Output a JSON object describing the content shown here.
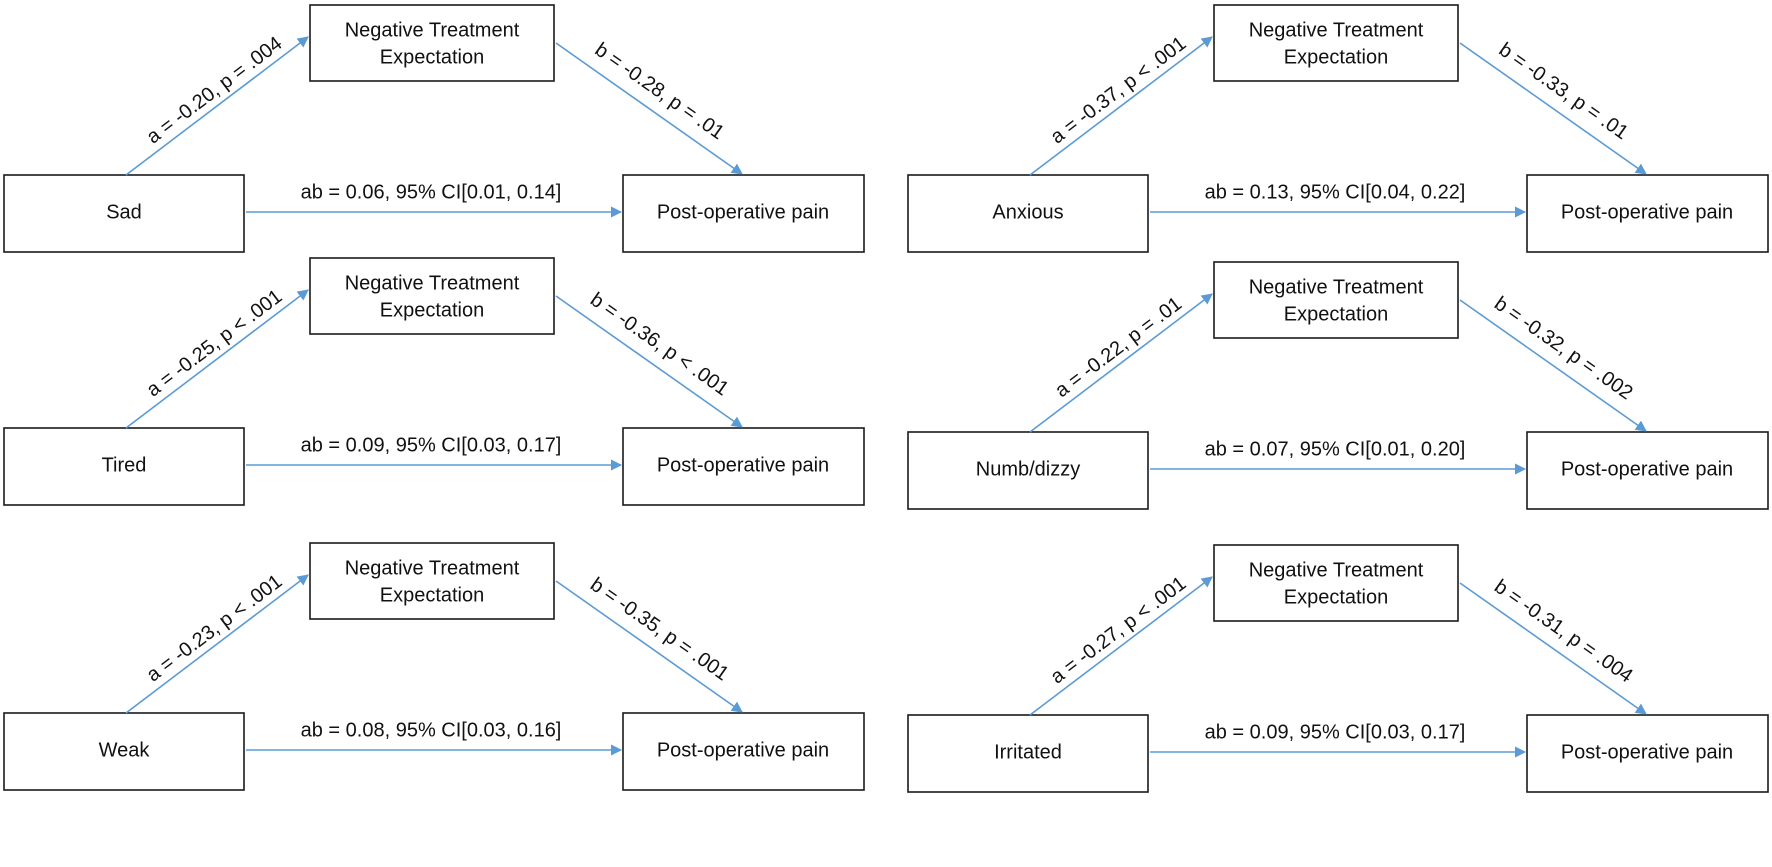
{
  "arrow_color": "#5b9bd5",
  "diagrams": [
    {
      "predictor": "Sad",
      "mediator_line1": "Negative Treatment",
      "mediator_line2": "Expectation",
      "outcome": "Post-operative pain",
      "path_a": "a = -0.20, p = .004",
      "path_b": "b = -0.28, p = .01",
      "path_ab": "ab = 0.06, 95% CI[0.01, 0.14]"
    },
    {
      "predictor": "Anxious",
      "mediator_line1": "Negative Treatment",
      "mediator_line2": "Expectation",
      "outcome": "Post-operative pain",
      "path_a": "a = -0.37, p < .001",
      "path_b": "b = -0.33, p = .01",
      "path_ab": "ab = 0.13, 95% CI[0.04, 0.22]"
    },
    {
      "predictor": "Tired",
      "mediator_line1": "Negative Treatment",
      "mediator_line2": "Expectation",
      "outcome": "Post-operative pain",
      "path_a": "a = -0.25, p < .001",
      "path_b": "b = -0.36, p < .001",
      "path_ab": "ab = 0.09, 95% CI[0.03, 0.17]"
    },
    {
      "predictor": "Numb/dizzy",
      "mediator_line1": "Negative Treatment",
      "mediator_line2": "Expectation",
      "outcome": "Post-operative pain",
      "path_a": "a = -0.22, p = .01",
      "path_b": "b = -0.32, p = .002",
      "path_ab": "ab = 0.07, 95% CI[0.01, 0.20]"
    },
    {
      "predictor": "Weak",
      "mediator_line1": "Negative Treatment",
      "mediator_line2": "Expectation",
      "outcome": "Post-operative pain",
      "path_a": "a = -0.23, p < .001",
      "path_b": "b = -0.35, p = .001",
      "path_ab": "ab = 0.08, 95% CI[0.03, 0.16]"
    },
    {
      "predictor": "Irritated",
      "mediator_line1": "Negative Treatment",
      "mediator_line2": "Expectation",
      "outcome": "Post-operative pain",
      "path_a": "a = -0.27, p < .001",
      "path_b": "b = -0.31, p = .004",
      "path_ab": "ab = 0.09, 95% CI[0.03, 0.17]"
    }
  ]
}
